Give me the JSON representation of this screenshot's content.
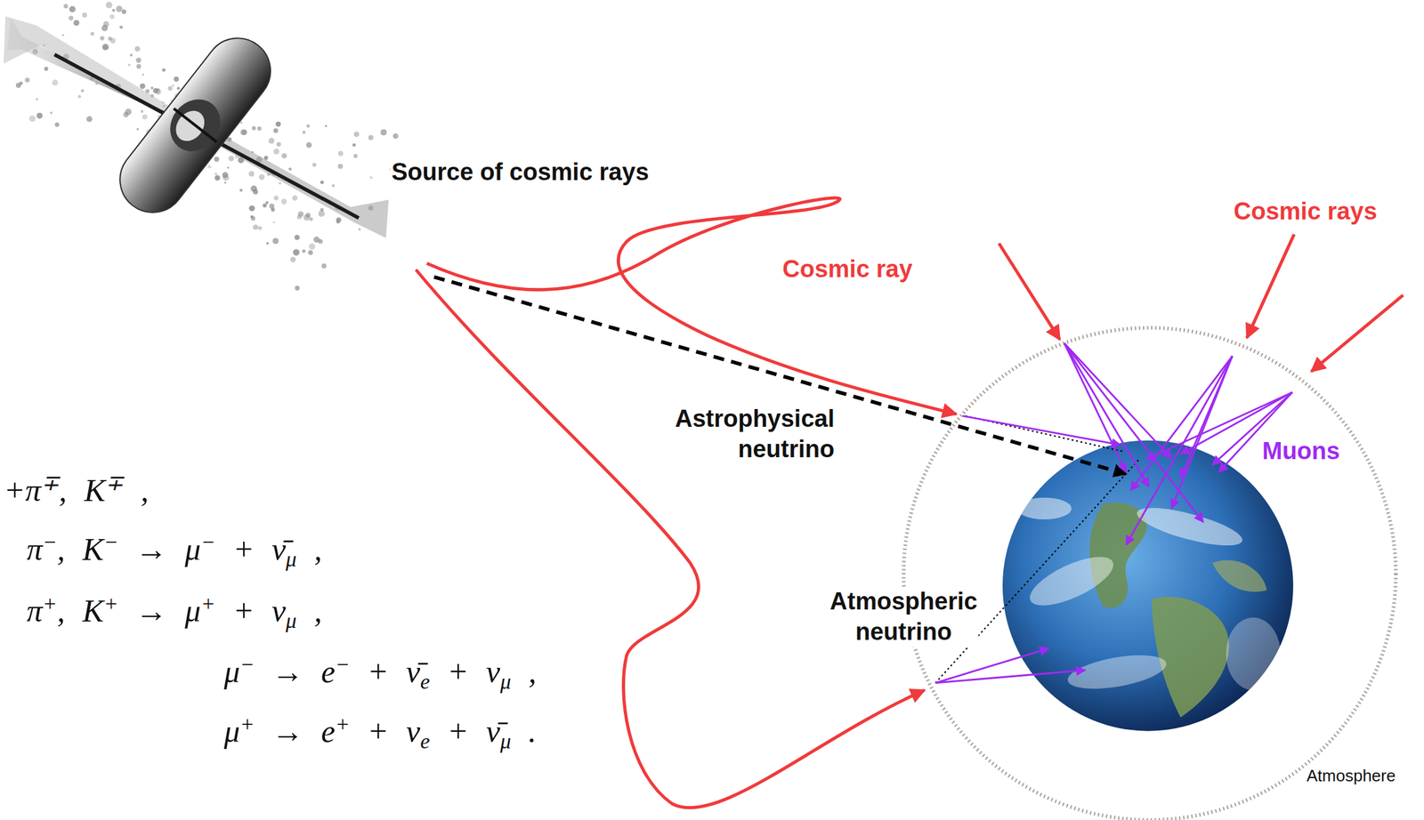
{
  "diagram": {
    "labels": [
      "Source of cosmic rays",
      "Cosmic ray",
      "Cosmic rays",
      "Astrophysical neutrino",
      "Muons",
      "Atmospheric neutrino",
      "+π∓, K∓ ,",
      "π−, K− → μ− + ν̄μ ,",
      "π+, K+ → μ+ + νμ ,",
      "μ− → e− + ν̄e + νμ ,",
      "μ+ → e+ + νe + ν̄μ .",
      "Atmosphere"
    ]
  }
}
